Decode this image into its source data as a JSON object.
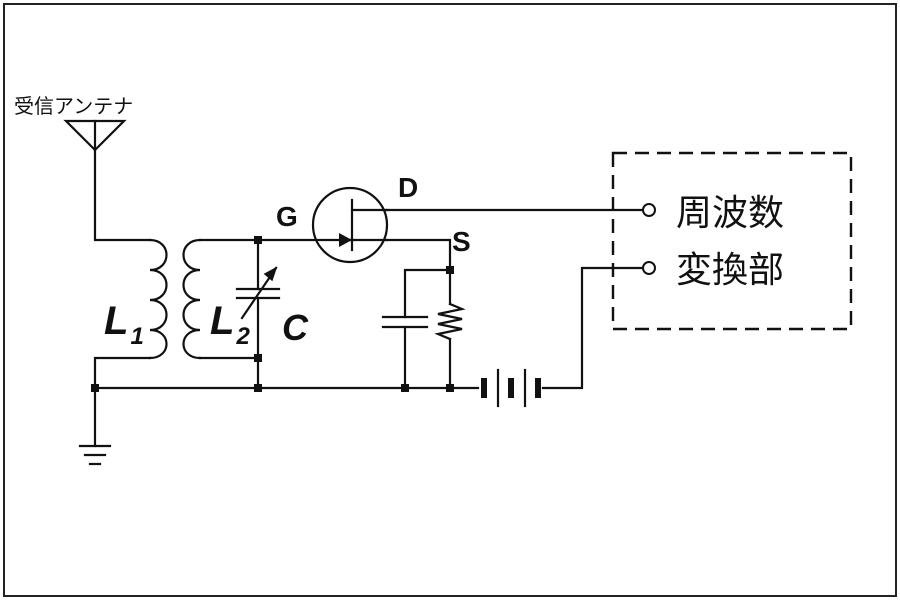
{
  "antenna_label": "受信アンテナ",
  "gate_label": "G",
  "drain_label": "D",
  "source_label": "S",
  "l1": {
    "letter": "L",
    "sub": "1"
  },
  "l2": {
    "letter": "L",
    "sub": "2"
  },
  "cap_label": "C",
  "converter": {
    "line1": "周波数",
    "line2": "変換部"
  }
}
